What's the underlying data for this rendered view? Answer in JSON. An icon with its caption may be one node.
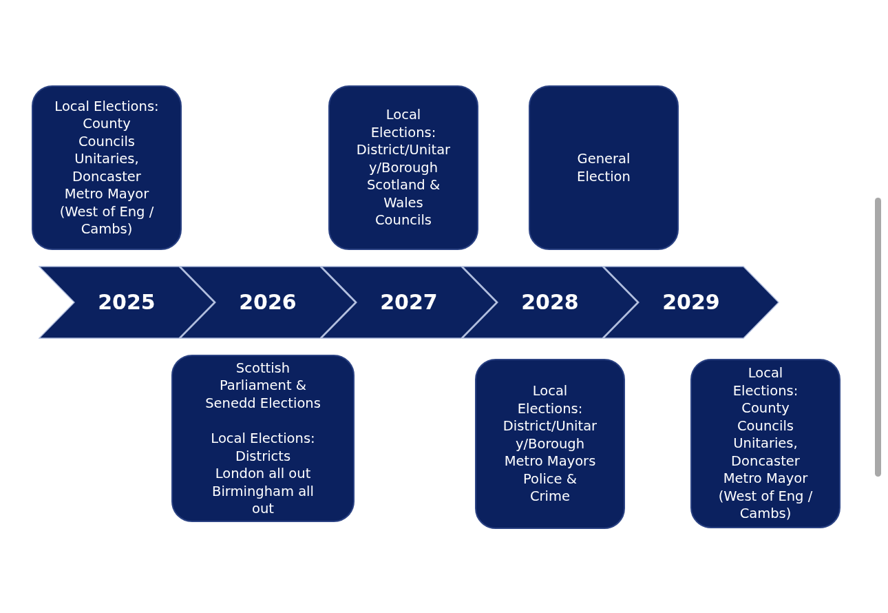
{
  "diagram": {
    "nodes": [
      {
        "text": [
          "Local Elections: County Councils Unitaries, Doncaster Metro Mayor (West of Eng / Cambs)"
        ]
      },
      {
        "text": [
          "Local Elections: District/Unitary/Borough Scotland & Wales Councils"
        ]
      },
      {
        "text": [
          "General Election"
        ]
      },
      {
        "text": [
          "2025"
        ]
      },
      {
        "text": [
          "2026"
        ]
      },
      {
        "text": [
          "2027"
        ]
      },
      {
        "text": [
          "2028"
        ]
      },
      {
        "text": [
          "2029"
        ]
      },
      {
        "text": [
          "Scottish Parliament & Senedd Elections",
          "Local Elections: Districts London all out Birmingham all out"
        ]
      },
      {
        "text": [
          "Local Elections: District/Unitary/Borough Metro Mayors Police & Crime"
        ]
      },
      {
        "text": [
          "Local Elections: County Councils Unitaries, Doncaster Metro Mayor (West of Eng / Cambs)"
        ]
      }
    ]
  }
}
